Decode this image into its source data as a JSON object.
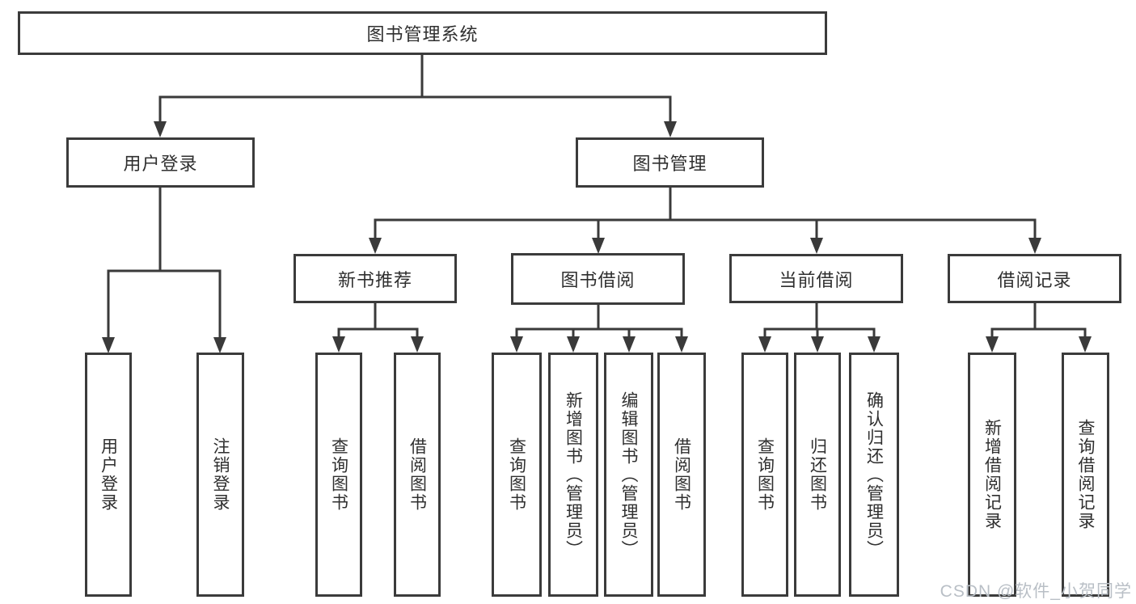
{
  "diagram": {
    "title": "图书管理系统",
    "root": {
      "label": "图书管理系统"
    },
    "branches": [
      {
        "label": "用户登录",
        "children": [
          {
            "label": "用户登录"
          },
          {
            "label": "注销登录"
          }
        ]
      },
      {
        "label": "图书管理",
        "children": [
          {
            "label": "新书推荐",
            "children": [
              {
                "label": "查询图书"
              },
              {
                "label": "借阅图书"
              }
            ]
          },
          {
            "label": "图书借阅",
            "children": [
              {
                "label": "查询图书"
              },
              {
                "label": "新增图书（管理员）"
              },
              {
                "label": "编辑图书（管理员）"
              },
              {
                "label": "借阅图书"
              }
            ]
          },
          {
            "label": "当前借阅",
            "children": [
              {
                "label": "查询图书"
              },
              {
                "label": "归还图书"
              },
              {
                "label": "确认归还（管理员）"
              }
            ]
          },
          {
            "label": "借阅记录",
            "children": [
              {
                "label": "新增借阅记录"
              },
              {
                "label": "查询借阅记录"
              }
            ]
          }
        ]
      }
    ]
  },
  "watermark": {
    "text": "CSDN @软件_小贺同学"
  },
  "colors": {
    "border": "#3b3b3b",
    "line": "#3a3a3a",
    "text": "#2f2f2f",
    "background": "#ffffff",
    "watermark": "#b9bfc6"
  }
}
